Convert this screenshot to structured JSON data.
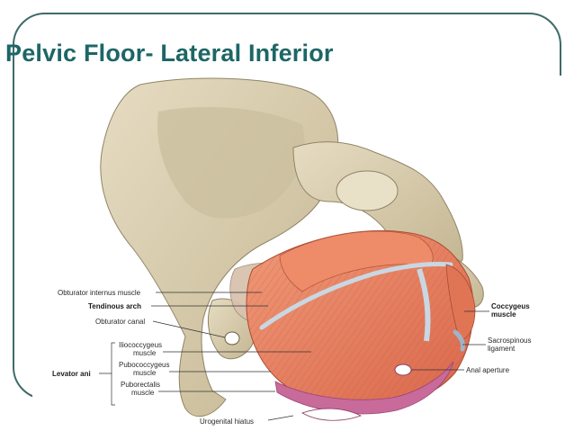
{
  "slide": {
    "title": "Pelvic Floor- Lateral Inferior"
  },
  "labels": {
    "obturator_internus": "Obturator internus muscle",
    "tendinous_arch": "Tendinous arch",
    "obturator_canal": "Obturator canal",
    "levator_ani": "Levator ani",
    "iliococcygeus_1": "Iliococcygeus",
    "iliococcygeus_2": "muscle",
    "pubococcygeus_1": "Pubococcygeus",
    "pubococcygeus_2": "muscle",
    "puborectalis_1": "Puborectalis",
    "puborectalis_2": "muscle",
    "urogenital_hiatus": "Urogenital hiatus",
    "coccygeus_1": "Coccygeus",
    "coccygeus_2": "muscle",
    "sacrospinous_1": "Sacrospinous",
    "sacrospinous_2": "ligament",
    "anal_aperture": "Anal aperture"
  },
  "colors": {
    "title": "#1e6666",
    "frame": "#3e6a6a",
    "bone": "#d8cdb0",
    "bone_shadow": "#b3a687",
    "muscle": "#e8825f",
    "muscle_dark": "#c85a3e",
    "fascia": "#c9d7e3",
    "puborectalis_band": "#c86a9a"
  }
}
